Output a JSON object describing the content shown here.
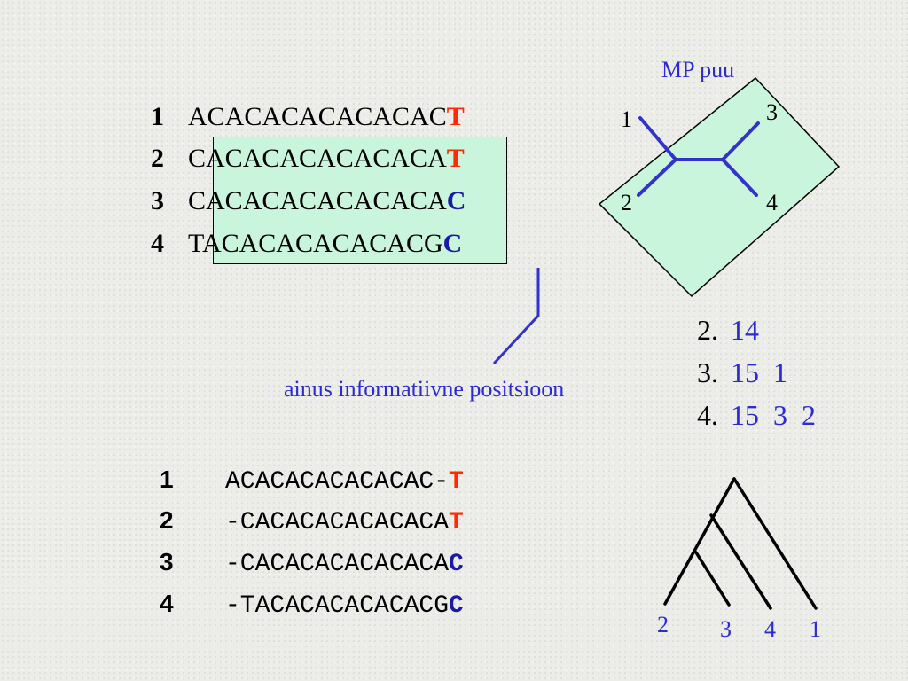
{
  "slide": {
    "mp_title": "MP puu",
    "top_sequences": [
      {
        "num": "1",
        "first": "A",
        "middle": "CACACACACACAC",
        "last": "T",
        "last_color": "red"
      },
      {
        "num": "2",
        "first": "C",
        "middle": "ACACACACACACA",
        "last": "T",
        "last_color": "red"
      },
      {
        "num": "3",
        "first": "C",
        "middle": "ACACACACACACA",
        "last": "C",
        "last_color": "blue"
      },
      {
        "num": "4",
        "first": "T",
        "middle": "ACACACACACACG",
        "last": "C",
        "last_color": "blue"
      }
    ],
    "unrooted_tree_labels": {
      "t1": "1",
      "t2": "2",
      "t3": "3",
      "t4": "4"
    },
    "annotation": "ainus informatiivne positsioon",
    "scores": [
      {
        "label": "2.",
        "values": "14"
      },
      {
        "label": "3.",
        "values": "15  1"
      },
      {
        "label": "4.",
        "values": "15  3  2"
      }
    ],
    "bottom_sequences": [
      {
        "num": "1",
        "seq": "ACACACACACACAC-",
        "last": "T",
        "last_color": "red"
      },
      {
        "num": "2",
        "seq": "-CACACACACACACA",
        "last": "T",
        "last_color": "red"
      },
      {
        "num": "3",
        "seq": "-CACACACACACACA",
        "last": "C",
        "last_color": "blue"
      },
      {
        "num": "4",
        "seq": "-TACACACACACACG",
        "last": "C",
        "last_color": "blue"
      }
    ],
    "rooted_tree_labels": {
      "l2": "2",
      "l3": "3",
      "l4": "4",
      "l1": "1"
    },
    "colors": {
      "red": "#ff2a00",
      "blue": "#1a1aa6",
      "label_blue": "#2b2bd6",
      "green_fill": "#c9f5dc",
      "tree_line": "#3333cc"
    }
  }
}
